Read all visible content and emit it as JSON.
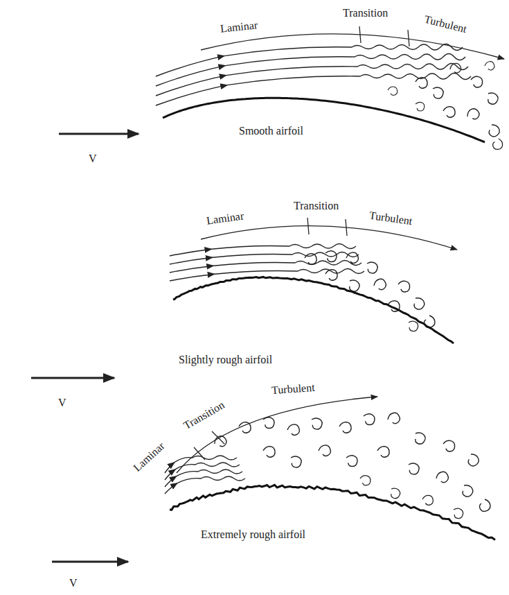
{
  "diagram": {
    "labels": [
      "Laminar",
      "Transition",
      "Turbulent",
      "Smooth airfoil",
      "V",
      "Transition",
      "Laminar",
      "Turbulent",
      "Slightly rough airfoil",
      "V",
      "Transition",
      "Turbulent",
      "Laminar",
      "Extremely rough airfoil",
      "V"
    ]
  }
}
